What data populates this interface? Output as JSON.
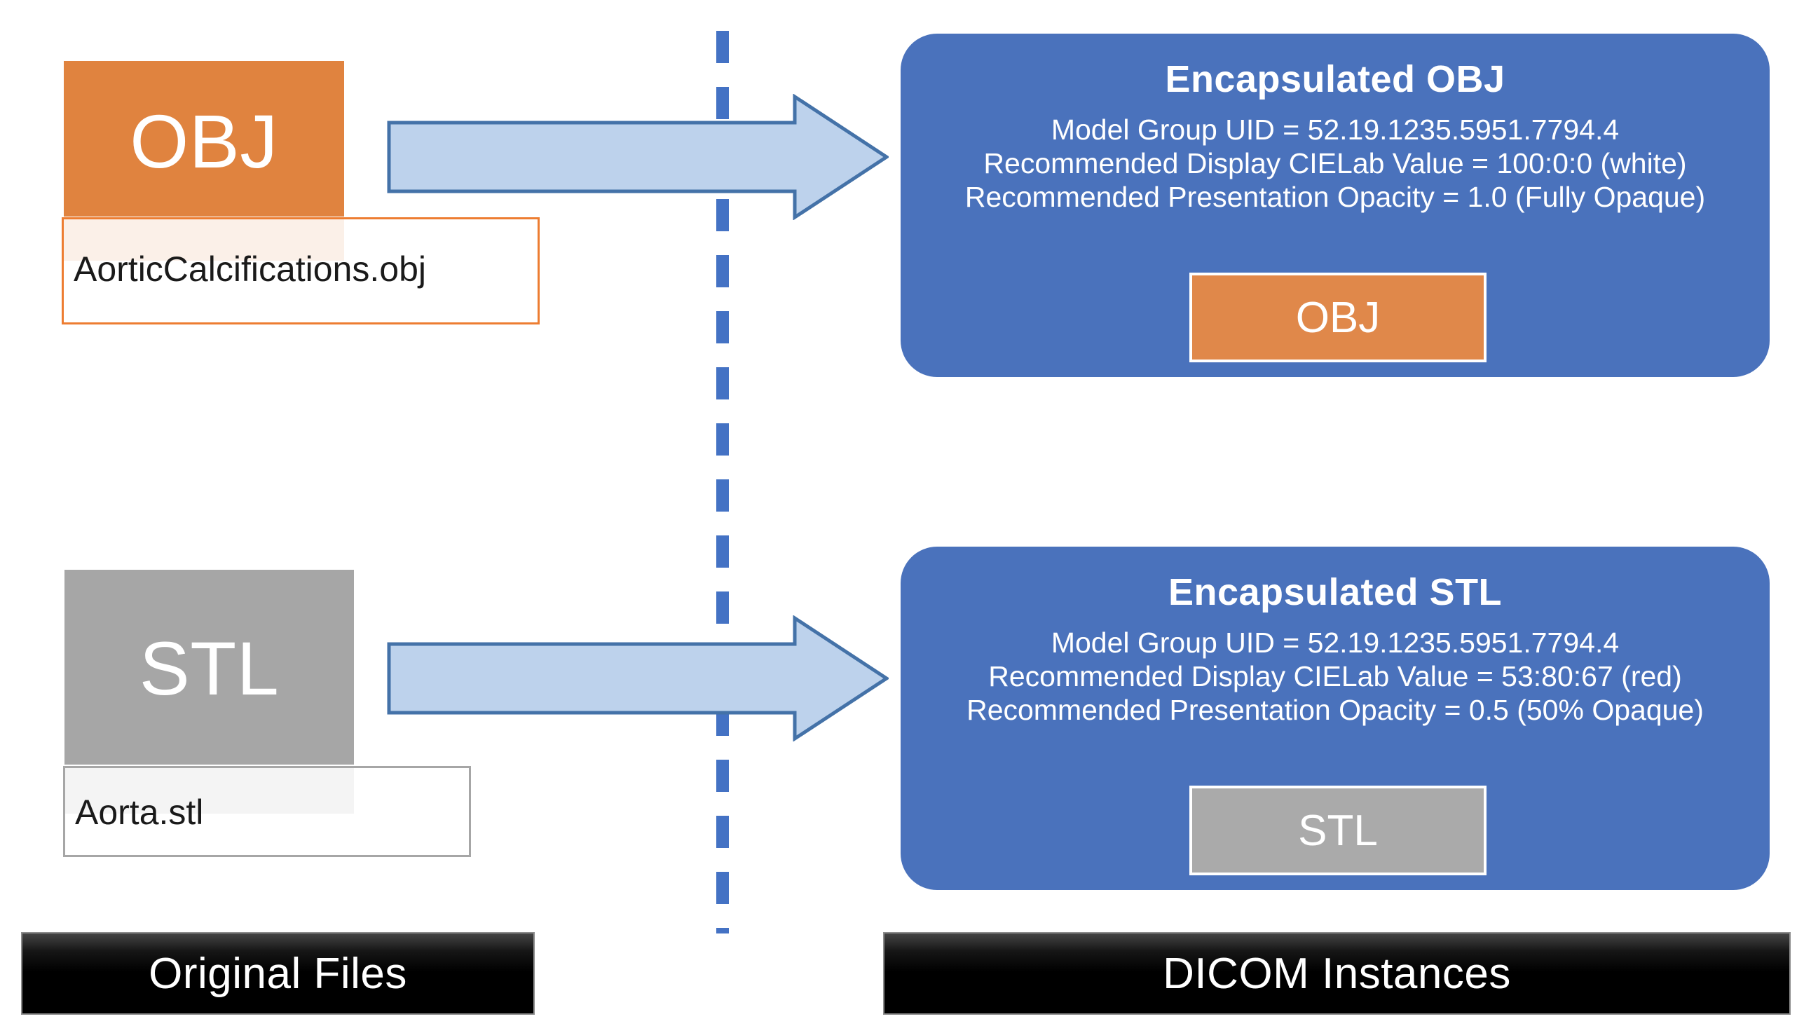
{
  "diagram": {
    "title_visible": false,
    "colors": {
      "obj_orange": "#e0833f",
      "stl_gray": "#a6a6a6",
      "card_blue": "#4a72bc",
      "divider_blue": "#4472c4",
      "arrow_fill": "#bdd2ec",
      "arrow_stroke": "#4472a8",
      "banner_black": "#000000"
    }
  },
  "left_column": {
    "obj_file": {
      "tile_label": "OBJ",
      "file_name": "AorticCalcifications.obj"
    },
    "stl_file": {
      "tile_label": "STL",
      "file_name": "Aorta.stl"
    }
  },
  "arrows": {
    "obj_arrow_name": "conversion-arrow",
    "stl_arrow_name": "conversion-arrow"
  },
  "right_column": {
    "obj_card": {
      "title": "Encapsulated  OBJ",
      "lines": [
        "Model Group UID = 52.19.1235.5951.7794.4",
        "Recommended Display CIELab Value = 100:0:0  (white)",
        "Recommended Presentation Opacity = 1.0 (Fully Opaque)"
      ],
      "chip_label": "OBJ"
    },
    "stl_card": {
      "title": "Encapsulated  STL",
      "lines": [
        "Model Group UID = 52.19.1235.5951.7794.4",
        "Recommended Display CIELab Value = 53:80:67  (red)",
        "Recommended Presentation Opacity = 0.5 (50% Opaque)"
      ],
      "chip_label": "STL"
    }
  },
  "banners": {
    "left": "Original Files",
    "right": "DICOM Instances"
  }
}
